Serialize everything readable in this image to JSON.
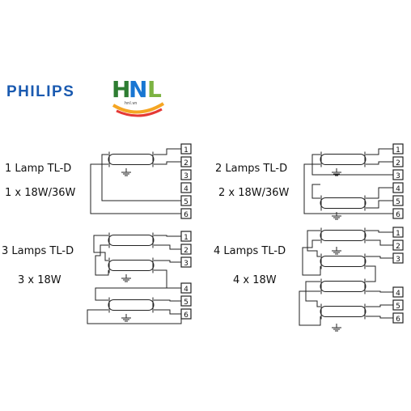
{
  "brand": {
    "philips": "PHILIPS",
    "hnl_letters": "HNL",
    "hnl_tagline": "hnl.vn",
    "colors": {
      "philips": "#1a5ab0",
      "hnl_h": "#2e7d32",
      "hnl_n": "#1976d2",
      "hnl_l": "#7cb342",
      "hnl_swoosh_orange": "#f5a623",
      "hnl_swoosh_red": "#e53935"
    }
  },
  "diagrams": [
    {
      "title": "1 Lamp TL-D",
      "spec": "1 x 18W/36W",
      "terminals": [
        "1",
        "2",
        "3",
        "4",
        "5",
        "6"
      ]
    },
    {
      "title": "2 Lamps TL-D",
      "spec": "2 x 18W/36W",
      "terminals": [
        "1",
        "2",
        "3",
        "4",
        "5",
        "6"
      ]
    },
    {
      "title": "3 Lamps TL-D",
      "spec": "3 x 18W",
      "terminals": [
        "1",
        "2",
        "3",
        "4",
        "5",
        "6"
      ]
    },
    {
      "title": "4 Lamps TL-D",
      "spec": "4 x 18W",
      "terminals": [
        "1",
        "2",
        "3",
        "4",
        "5",
        "6"
      ]
    }
  ]
}
